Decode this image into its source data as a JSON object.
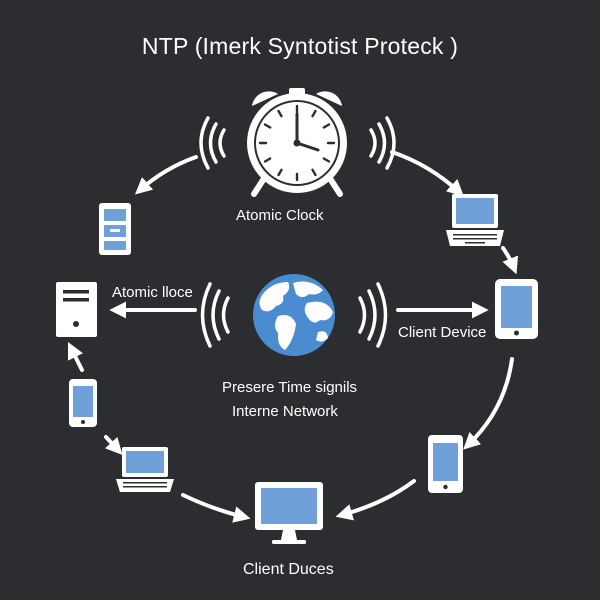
{
  "diagram": {
    "title": "NTP  (Imerk Syntotist Proteck )",
    "labels": {
      "atomic_clock": "Atomic Clock",
      "left_server": "Atomic lloce",
      "client_device": "Client Device",
      "time_signals": "Presere Time signils",
      "network": "Interne Network",
      "client_devices": "Client Duces"
    },
    "icons": [
      "alarm-clock-icon",
      "globe-icon",
      "server-tower-icon",
      "server-small-icon",
      "laptop-icon",
      "tablet-icon",
      "smartphone-icon",
      "monitor-icon",
      "signal-waves-icon",
      "arrow-icon"
    ],
    "colors": {
      "background": "#2b2d31",
      "device_screen": "#6fa0d8",
      "ocean": "#4a8ccf",
      "foreground": "#ffffff"
    }
  }
}
